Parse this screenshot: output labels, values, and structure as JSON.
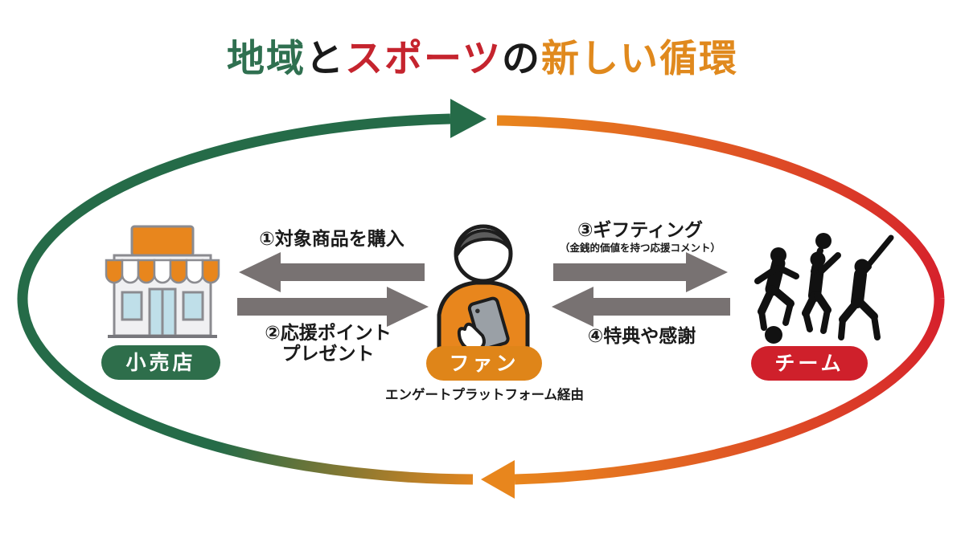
{
  "title": {
    "segments": [
      {
        "text": "地域",
        "color": "#2f7050"
      },
      {
        "text": "と",
        "color": "#1a1a1a"
      },
      {
        "text": "スポーツ",
        "color": "#c5242e"
      },
      {
        "text": "の",
        "color": "#1a1a1a"
      },
      {
        "text": "新しい循環",
        "color": "#e0891d"
      }
    ]
  },
  "entities": {
    "store": {
      "label": "小売店",
      "pill_color": "#2e6e4b",
      "icon": "storefront-icon"
    },
    "fan": {
      "label": "ファン",
      "pill_color": "#df8519",
      "icon": "fan-phone-icon",
      "note": "エンゲートプラットフォーム経由"
    },
    "team": {
      "label": "チーム",
      "pill_color": "#cf202b",
      "icon": "athletes-icon"
    }
  },
  "flows": {
    "step1": {
      "label": "①対象商品を購入",
      "from": "fan",
      "to": "store"
    },
    "step2": {
      "label": "②応援ポイント\nプレゼント",
      "from": "store",
      "to": "fan"
    },
    "step3": {
      "label": "③ギフティング",
      "sublabel": "（金銭的価値を持つ応援コメント）",
      "from": "fan",
      "to": "team"
    },
    "step4": {
      "label": "④特典や感謝",
      "from": "team",
      "to": "fan"
    }
  },
  "cycle": {
    "direction": "clockwise",
    "green": "#256b48",
    "orange": "#e8861d",
    "red": "#d6202c",
    "arrow_gray": "#787272"
  }
}
